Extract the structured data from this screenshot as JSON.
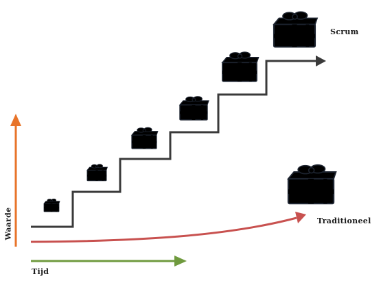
{
  "labels": {
    "scrum": "Scrum",
    "traditional": "Traditioneel",
    "time_axis": "Tijd",
    "value_axis": "Waarde"
  },
  "colors": {
    "staircase": "#3a3a3a",
    "value_arrow": "#e8742a",
    "time_arrow": "#6f9a3e",
    "traditional_curve": "#c8514f",
    "gift_box_blue": "#2ba5d9",
    "gift_box_green": "#2fc7a4",
    "ribbon": "#d23b2a",
    "ribbon_magenta": "#c8204a"
  },
  "icons": {
    "scrum_increments": "gift-box-icon",
    "traditional_delivery": "gift-box-icon"
  }
}
